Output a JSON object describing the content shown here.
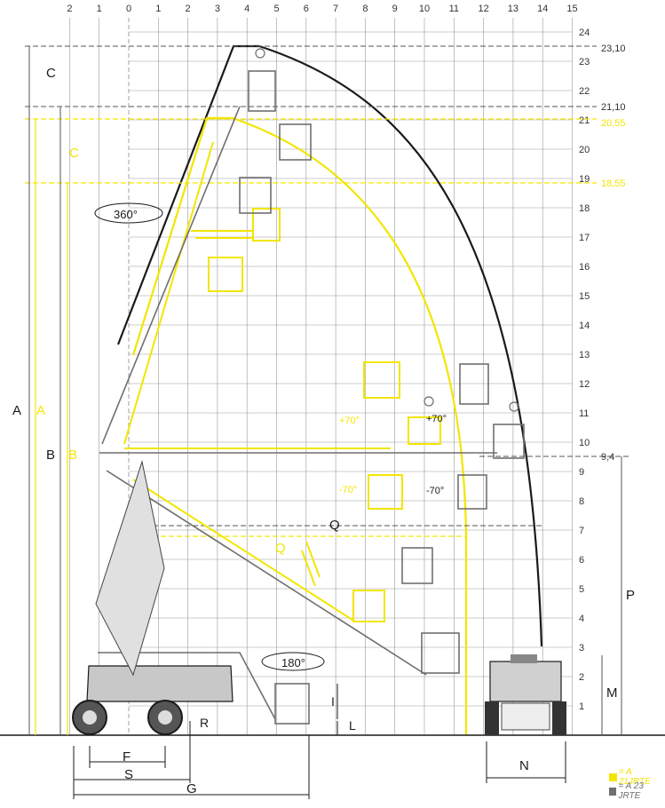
{
  "axes": {
    "x_ticks": [
      "2",
      "1",
      "0",
      "1",
      "2",
      "3",
      "4",
      "5",
      "6",
      "7",
      "8",
      "9",
      "10",
      "11",
      "12",
      "13",
      "14",
      "15"
    ],
    "y_ticks": [
      "1",
      "2",
      "3",
      "4",
      "5",
      "6",
      "7",
      "8",
      "9",
      "10",
      "11",
      "12",
      "13",
      "14",
      "15",
      "16",
      "17",
      "18",
      "19",
      "20",
      "21",
      "22",
      "23",
      "24"
    ]
  },
  "height_markers": {
    "h_23_10": "23,10",
    "h_21_10": "21,10",
    "h_20_55": "20,55",
    "h_18_55": "18,55",
    "h_9_4": "9,4"
  },
  "dimension_labels": {
    "A": "A",
    "B": "B",
    "C": "C",
    "F": "F",
    "G": "G",
    "I": "I",
    "L": "L",
    "N": "N",
    "P": "P",
    "M": "M",
    "Q": "Q",
    "R": "R",
    "S": "S"
  },
  "rotation_labels": {
    "turret": "360°",
    "jib": "180°",
    "jib_up_yellow": "+70°",
    "jib_down_yellow": "-70°",
    "jib_up_grey": "+70°",
    "jib_down_grey": "-70°"
  },
  "legend": [
    {
      "label": "= A 21JRTE",
      "color": "#f2e600"
    },
    {
      "label": "= A 23 JRTE",
      "color": "#6f6f6f"
    }
  ],
  "colors": {
    "yellow": "#f2e600",
    "grey": "#6f6f6f",
    "black": "#1a1a1a",
    "grid": "#8a8a8a"
  }
}
